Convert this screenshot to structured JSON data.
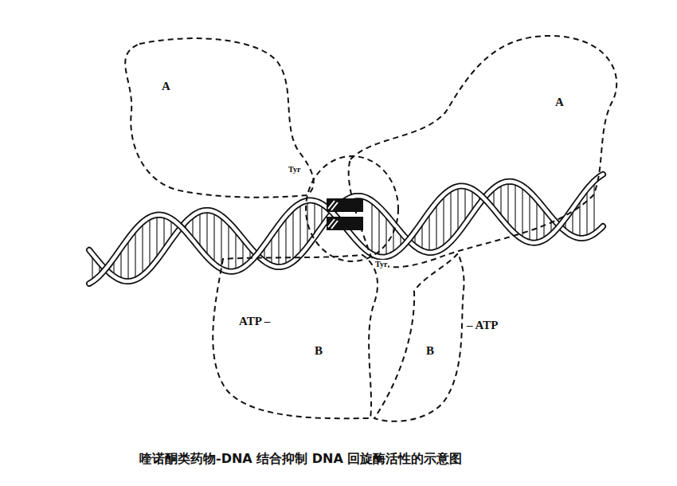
{
  "diagram": {
    "caption": "喹诺酮类药物-DNA 结合抑制 DNA 回旋酶活性的示意图",
    "nodes": [
      {
        "text": [
          "A"
        ]
      },
      {
        "text": [
          "A"
        ]
      },
      {
        "text": [
          "ATP –",
          "B"
        ]
      },
      {
        "text": [
          "B",
          "– ATP"
        ]
      }
    ],
    "labels": [
      "Tyr",
      "Tyr"
    ]
  }
}
